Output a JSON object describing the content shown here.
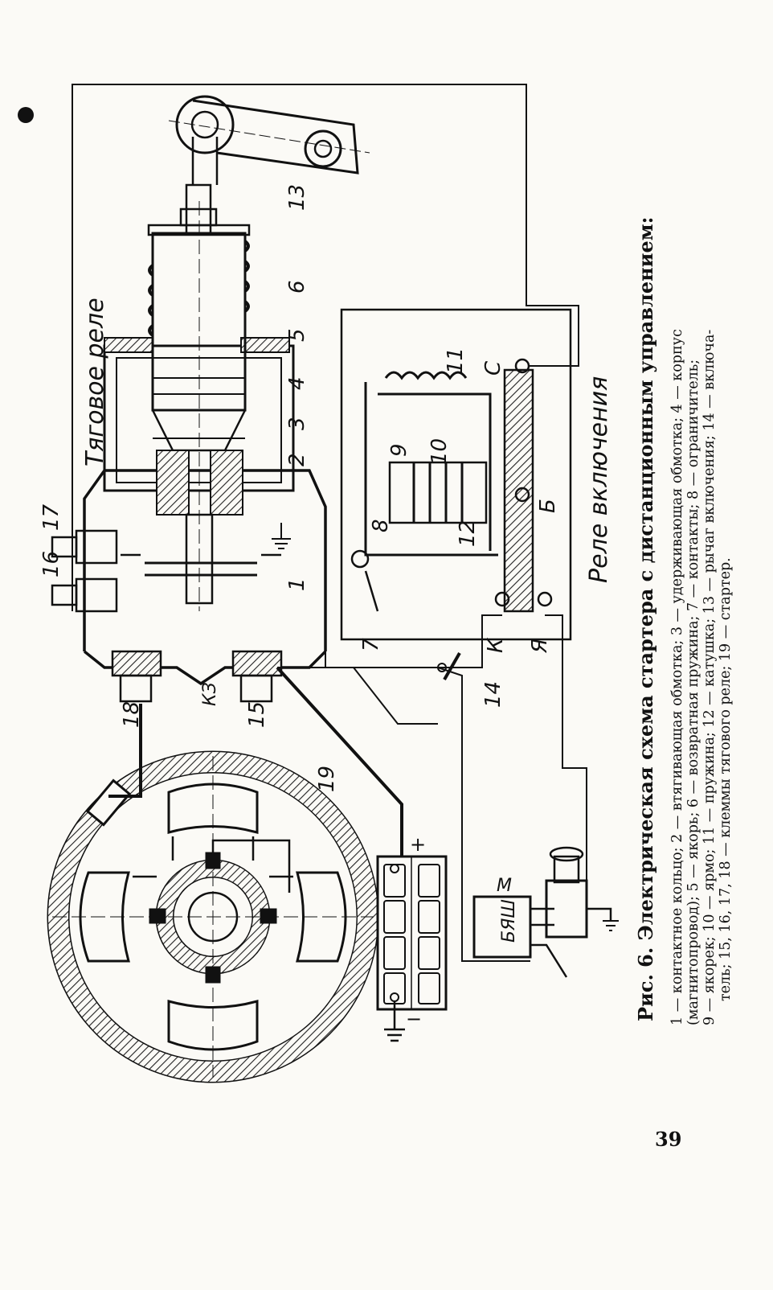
{
  "figure": {
    "title": "Рис. 6. Электрическая схема стартера с дистанционным управлением:",
    "legend_lines": [
      "1 — контактное кольцо; 2 — втягивающая обмотка; 3 — удерживающая обмотка; 4 — корпус",
      "(магнитопровод); 5 — якорь; 6 — возвратная пружина; 7 — контакты; 8 — ограничитель;",
      "9 — якорек; 10 — ярмо; 11 — пружина; 12 — катушка; 13 — рычаг включения; 14 — включа-",
      "тель; 15, 16, 17, 18 — клеммы тягового реле; 19 — стартер."
    ]
  },
  "relay_labels": {
    "traction": "Тяговое реле",
    "switching": "Реле включения"
  },
  "part_numbers": {
    "n1": "1",
    "n2": "2",
    "n3": "3",
    "n4": "4",
    "n5": "5",
    "n6": "6",
    "n7": "7",
    "n8": "8",
    "n9": "9",
    "n10": "10",
    "n11": "11",
    "n12": "12",
    "n13": "13",
    "n14": "14",
    "n15": "15",
    "n16": "16",
    "n17": "17",
    "n18": "18",
    "n19": "19"
  },
  "terminal_labels": {
    "s": "С",
    "b": "Б",
    "k": "К",
    "ya": "Я",
    "kz": "КЗ",
    "m": "М"
  },
  "battery": {
    "plus": "+",
    "minus": "−"
  },
  "bjash_label": "БЯШ",
  "page_number": "39"
}
